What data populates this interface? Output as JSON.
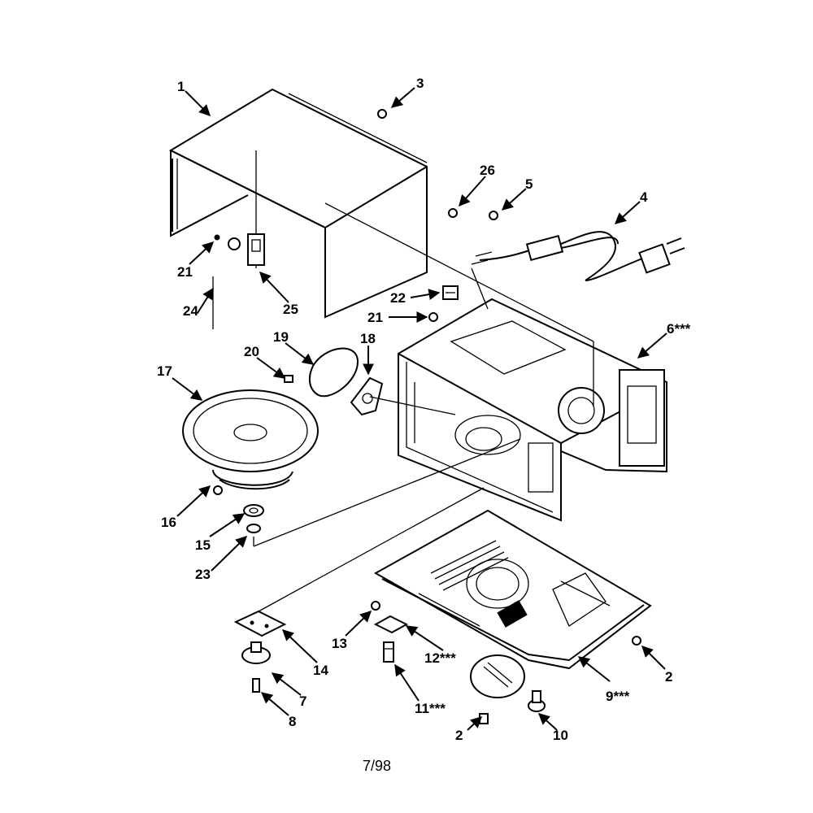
{
  "diagram": {
    "labels": {
      "p1": "1",
      "p2a": "2",
      "p2b": "2",
      "p3": "3",
      "p4": "4",
      "p5": "5",
      "p6": "6***",
      "p7": "7",
      "p8": "8",
      "p9": "9***",
      "p10": "10",
      "p11": "11***",
      "p12": "12***",
      "p13": "13",
      "p14": "14",
      "p15": "15",
      "p16": "16",
      "p17": "17",
      "p18": "18",
      "p19": "19",
      "p20": "20",
      "p21a": "21",
      "p21b": "21",
      "p22": "22",
      "p23": "23",
      "p24": "24",
      "p25": "25",
      "p26": "26"
    },
    "footer_date": "7/98"
  }
}
